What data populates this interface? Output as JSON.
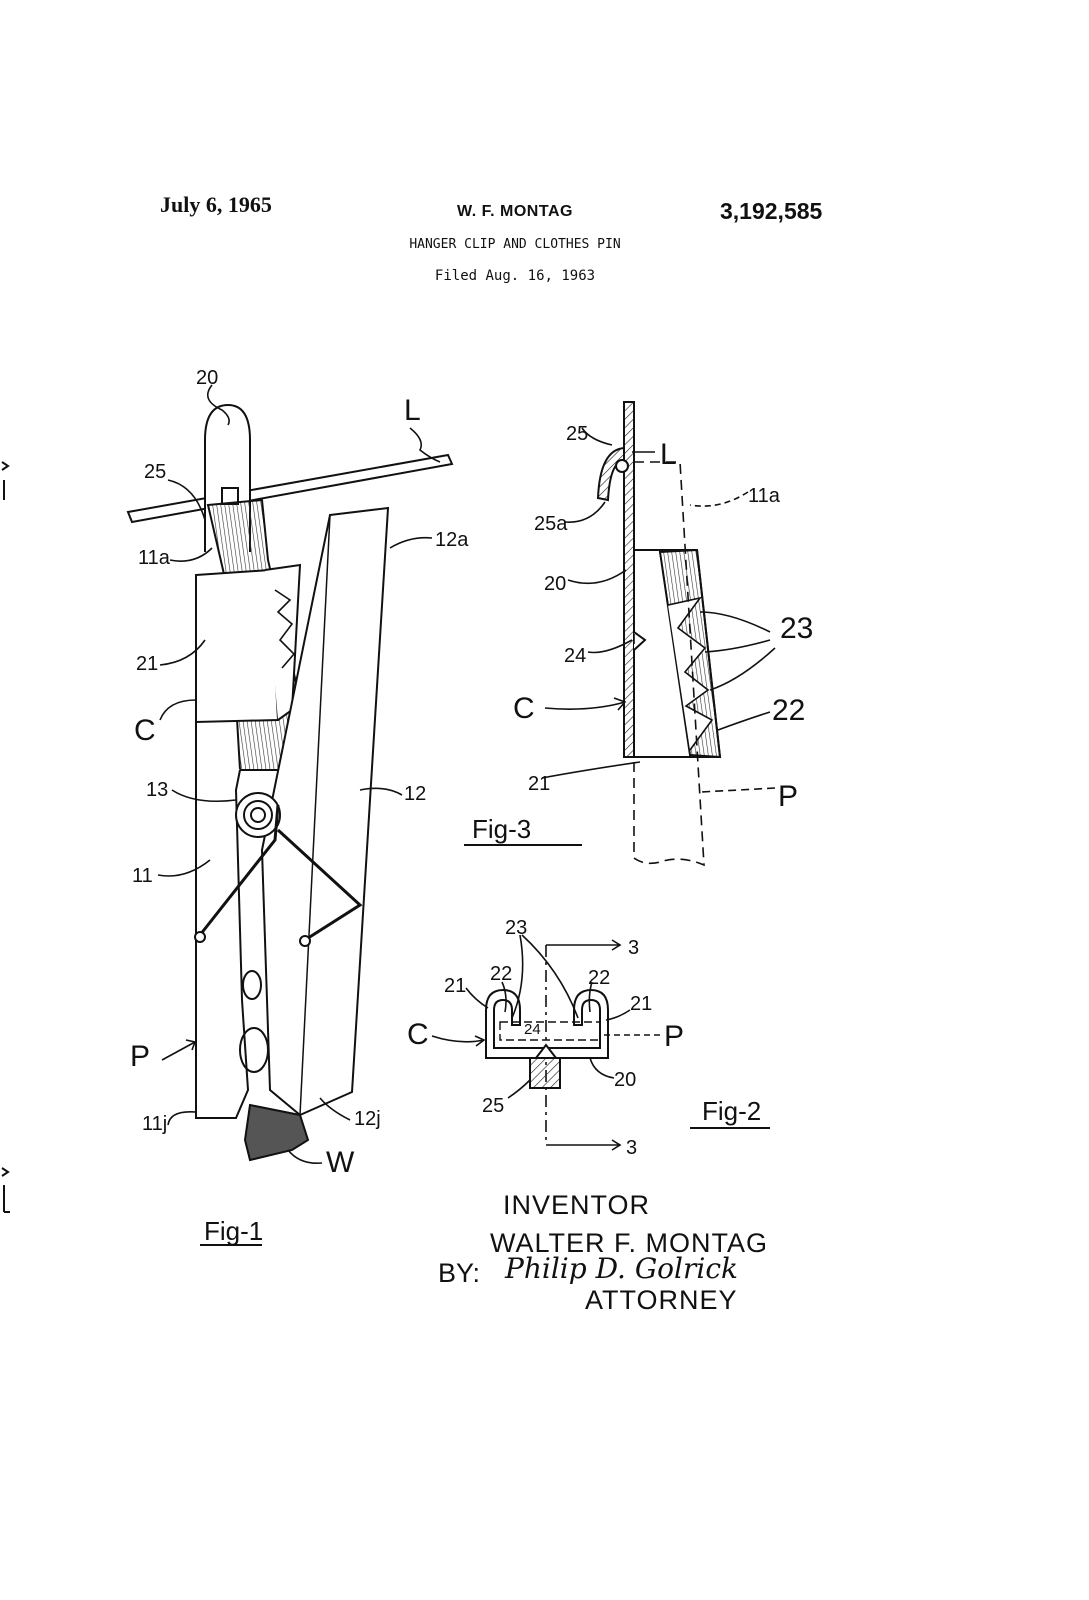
{
  "header": {
    "date": "July 6, 1965",
    "inventor": "W. F. MONTAG",
    "patent_number": "3,192,585",
    "title": "HANGER CLIP AND CLOTHES PIN",
    "filed": "Filed Aug. 16, 1963"
  },
  "fig1": {
    "caption": "Fig-1",
    "labels": {
      "l20": "20",
      "lL": "L",
      "l25": "25",
      "l11a": "11a",
      "l12a": "12a",
      "l21": "21",
      "lC": "C",
      "l13": "13",
      "l12": "12",
      "l11": "11",
      "lP": "P",
      "l11j": "11j",
      "l12j": "12j",
      "lW": "W"
    }
  },
  "fig2": {
    "caption": "Fig-2",
    "labels": {
      "l23": "23",
      "l3a": "3",
      "l21a": "21",
      "l22a": "22",
      "l22b": "22",
      "l21b": "21",
      "lC": "C",
      "l24": "24",
      "lP": "P",
      "l20": "20",
      "l25": "25",
      "l3b": "3"
    }
  },
  "fig3": {
    "caption": "Fig-3",
    "labels": {
      "l25": "25",
      "lL": "L",
      "l11a": "11a",
      "l25a": "25a",
      "l20": "20",
      "l23": "23",
      "l24": "24",
      "l22": "22",
      "lC": "C",
      "l21": "21",
      "lP": "P"
    }
  },
  "signature": {
    "inventor_label": "INVENTOR",
    "inventor_name": "WALTER F. MONTAG",
    "by": "BY:",
    "attorney_signature": "Philip D. Golrick",
    "attorney_label": "ATTORNEY"
  }
}
